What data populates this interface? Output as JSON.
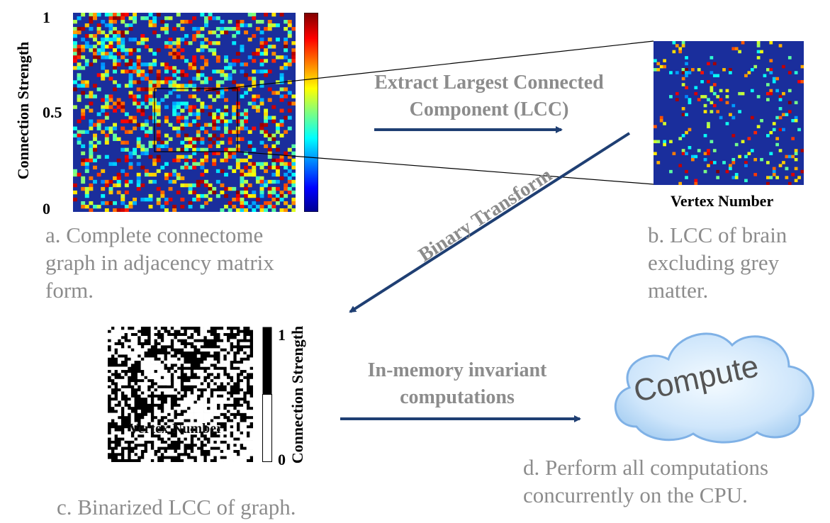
{
  "panel_a": {
    "y_axis_label": "Connection Strength",
    "y_ticks": [
      "1",
      "0.5",
      "0"
    ],
    "caption": "a. Complete connectome\ngraph in adjacency matrix\nform."
  },
  "panel_b": {
    "x_axis_label": "Vertex Number",
    "caption": "b. LCC of brain\nexcluding grey\nmatter."
  },
  "panel_c": {
    "x_axis_label": "Vertex Number",
    "colorbar_label": "Connection Strength",
    "colorbar_ticks": [
      "1",
      "0"
    ],
    "caption": "c. Binarized LCC of graph."
  },
  "panel_d": {
    "cloud_text": "Compute",
    "caption": "d. Perform all computations\nconcurrently on the CPU."
  },
  "steps": {
    "extract": "Extract Largest Connected\nComponent (LCC)",
    "binary": "Binary Transform",
    "inmemory": "In-memory invariant\ncomputations"
  },
  "colors": {
    "arrow": "#1f3f73",
    "caption_gray": "#8c8c8c",
    "matrix_bg": "#1a2e9c",
    "cloud_fill": "#cfe6fb",
    "cloud_edge": "#7fb1e6"
  }
}
